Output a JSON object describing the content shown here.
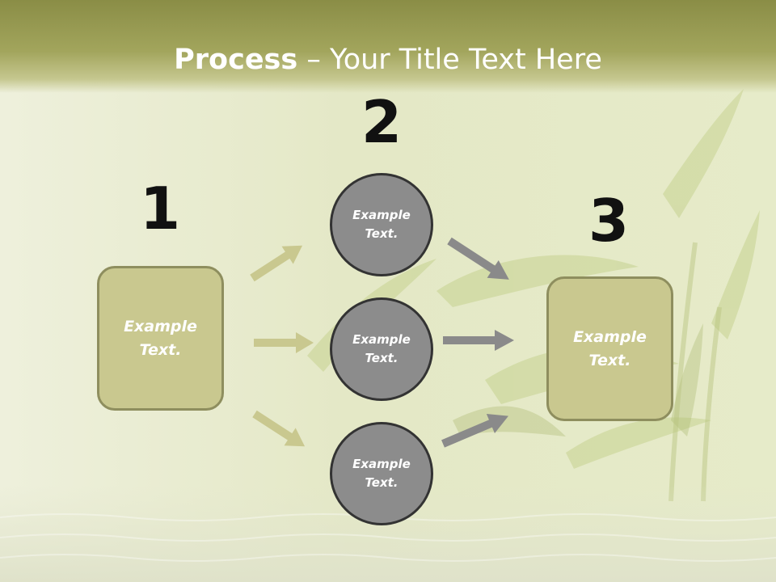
{
  "title": {
    "bold": "Process",
    "rest": " – Your Title Text Here"
  },
  "steps": [
    {
      "number": "1",
      "text": "Example\nText."
    },
    {
      "number": "2"
    },
    {
      "number": "3",
      "text": "Example\nText."
    }
  ],
  "circles": [
    {
      "text": "Example\nText."
    },
    {
      "text": "Example\nText."
    },
    {
      "text": "Example\nText."
    }
  ],
  "colors": {
    "header": "#9a9c55",
    "box_fill": "#c9c88f",
    "box_border": "#8e8e5e",
    "circle_fill": "#8c8c8c",
    "circle_border": "#333333",
    "arrow_left": "#c9c88f",
    "arrow_right": "#8a8a8a"
  }
}
